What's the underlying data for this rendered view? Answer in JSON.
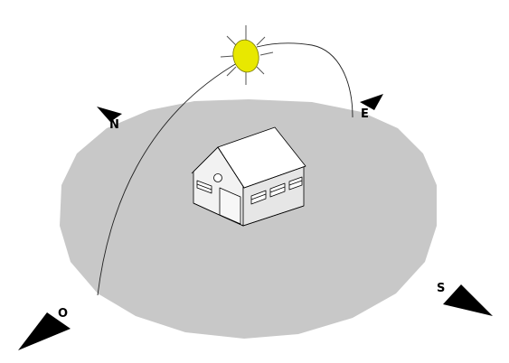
{
  "compass": {
    "north": "N",
    "east": "E",
    "south": "S",
    "west": "O"
  },
  "colors": {
    "ground": "#c8c8c8",
    "sun": "#e8e800",
    "house_roof": "#ffffff",
    "house_wall": "#f4f4f4",
    "house_side": "#e2e2e2",
    "outline": "#000000"
  },
  "icons": {
    "sun": "sun-icon",
    "house": "house-icon",
    "north_arrow": "north-arrow-icon",
    "east_arrow": "east-arrow-icon",
    "south_arrow": "south-arrow-icon",
    "west_arrow": "west-arrow-icon"
  }
}
